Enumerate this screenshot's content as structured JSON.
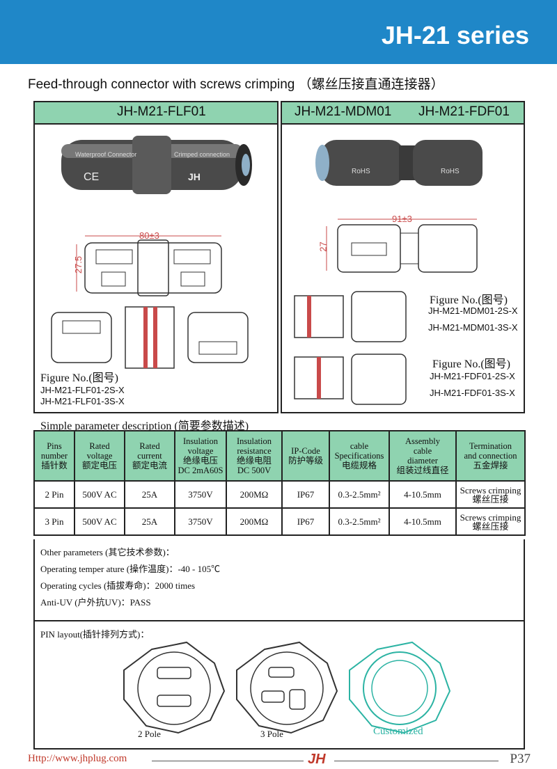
{
  "header": {
    "series_title": "JH-21 series"
  },
  "subtitle": "Feed-through connector with screws crimping （螺丝压接直通连接器）",
  "left_panel": {
    "model": "JH-M21-FLF01",
    "dims": {
      "length": "80±3",
      "height": "27.5"
    },
    "figure_label": "Figure No.(图号)",
    "codes": [
      "JH-M21-FLF01-2S-X",
      "JH-M21-FLF01-3S-X"
    ]
  },
  "right_panel": {
    "models": [
      "JH-M21-MDM01",
      "JH-M21-FDF01"
    ],
    "dims": {
      "length": "91±3",
      "height": "27"
    },
    "groups": [
      {
        "figure_label": "Figure No.(图号)",
        "codes": [
          "JH-M21-MDM01-2S-X",
          "JH-M21-MDM01-3S-X"
        ]
      },
      {
        "figure_label": "Figure No.(图号)",
        "codes": [
          "JH-M21-FDF01-2S-X",
          "JH-M21-FDF01-3S-X"
        ]
      }
    ]
  },
  "connector_marks": {
    "waterproof": "Waterproof Connector",
    "crimped": "Crimped connection",
    "ce": "CE",
    "brand": "JH",
    "rohs": "RoHS"
  },
  "simple_title": "Simple parameter description (简要参数描述)",
  "params_table": {
    "headers": [
      [
        "Pins",
        "number",
        "插针数"
      ],
      [
        "Rated",
        "voltage",
        "额定电压"
      ],
      [
        "Rated",
        "current",
        "额定电流"
      ],
      [
        "Insulation",
        "voltage",
        "绝缘电压",
        "DC 2mA60S"
      ],
      [
        "Insulation",
        "resistance",
        "绝缘电阻",
        "DC 500V"
      ],
      [
        "IP-Code",
        "防护等级"
      ],
      [
        "cable",
        "Specifications",
        "电缆规格"
      ],
      [
        "Assembly",
        "cable",
        "diameter",
        "组装过线直径"
      ],
      [
        "Termination",
        "and connection",
        "五金焊接"
      ]
    ],
    "rows": [
      [
        "2 Pin",
        "500V AC",
        "25A",
        "3750V",
        "200MΩ",
        "IP67",
        "0.3-2.5mm²",
        "4-10.5mm",
        "Screws crimping",
        "螺丝压接"
      ],
      [
        "3 Pin",
        "500V AC",
        "25A",
        "3750V",
        "200MΩ",
        "IP67",
        "0.3-2.5mm²",
        "4-10.5mm",
        "Screws crimping",
        "螺丝压接"
      ]
    ]
  },
  "other_params": {
    "title": "Other parameters (其它技术参数)：",
    "lines": [
      "Operating temper ature (操作温度)：-40 - 105℃",
      "Operating cycles (插拔寿命)：2000 times",
      "Anti-UV (户外抗UV)：PASS"
    ]
  },
  "pin_layout": {
    "title": "PIN layout(插针排列方式)：",
    "labels": [
      "2 Pole",
      "3 Pole",
      "Customized"
    ]
  },
  "footer": {
    "url": "Http://www.jhplug.com",
    "logo": "JH",
    "page": "P37"
  },
  "colors": {
    "header_band": "#1f87c8",
    "table_header": "#8fd3b0",
    "dimension": "#c94a4a",
    "customized": "#2bb3a3",
    "url": "#c0392b"
  }
}
